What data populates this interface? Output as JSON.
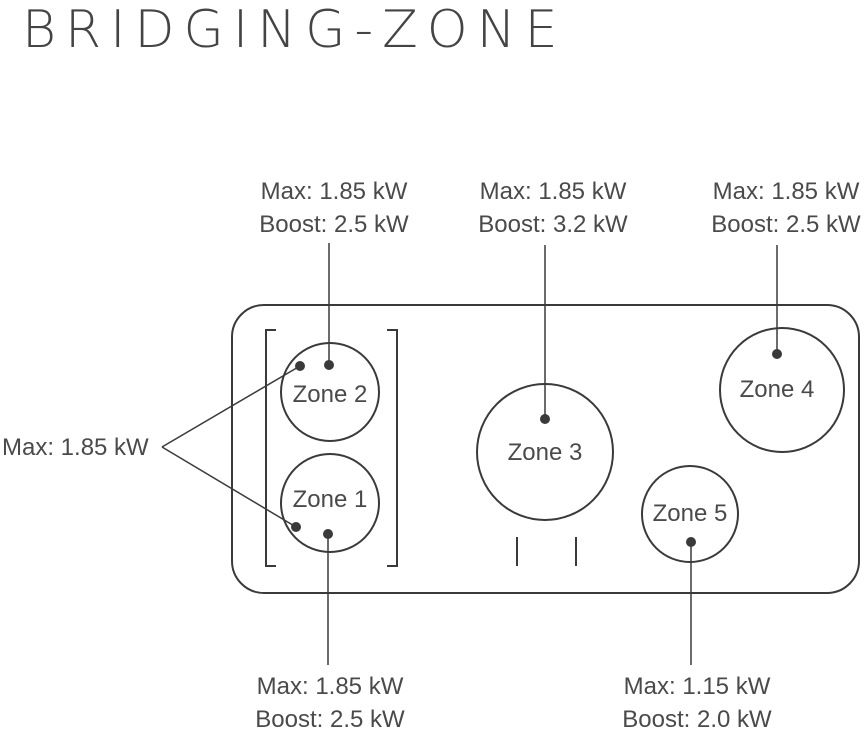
{
  "title": "BRIDGING-ZONE",
  "zones": {
    "zone1": "Zone 1",
    "zone2": "Zone 2",
    "zone3": "Zone 3",
    "zone4": "Zone 4",
    "zone5": "Zone 5"
  },
  "callouts": {
    "zone2": {
      "max": "Max: 1.85 kW",
      "boost": "Boost: 2.5 kW"
    },
    "zone3": {
      "max": "Max: 1.85 kW",
      "boost": "Boost: 3.2 kW"
    },
    "zone4": {
      "max": "Max: 1.85 kW",
      "boost": "Boost: 2.5 kW"
    },
    "zone1": {
      "max": "Max: 1.85 kW",
      "boost": "Boost: 2.5 kW"
    },
    "zone5": {
      "max": "Max: 1.15 kW",
      "boost": "Boost: 2.0 kW"
    },
    "bridge": {
      "max": "Max: 1.85 kW"
    }
  }
}
